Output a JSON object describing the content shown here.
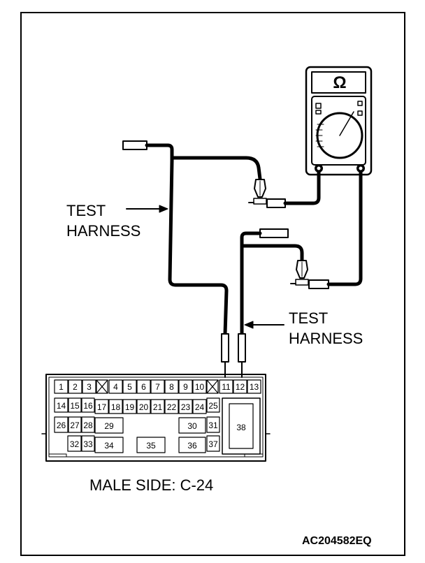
{
  "labels": {
    "harness_left_line1": "TEST",
    "harness_left_line2": "HARNESS",
    "harness_right_line1": "TEST",
    "harness_right_line2": "HARNESS",
    "caption": "MALE SIDE: C-24",
    "figure_code": "AC204582EQ",
    "meter_symbol": "Ω"
  },
  "connector": {
    "pins": [
      "1",
      "2",
      "3",
      "4",
      "5",
      "6",
      "7",
      "8",
      "9",
      "10",
      "11",
      "12",
      "13",
      "14",
      "15",
      "16",
      "17",
      "18",
      "19",
      "20",
      "21",
      "22",
      "23",
      "24",
      "25",
      "26",
      "27",
      "28",
      "29",
      "30",
      "31",
      "32",
      "33",
      "34",
      "35",
      "36",
      "37",
      "38"
    ]
  },
  "colors": {
    "line": "#000000",
    "background": "#ffffff"
  }
}
